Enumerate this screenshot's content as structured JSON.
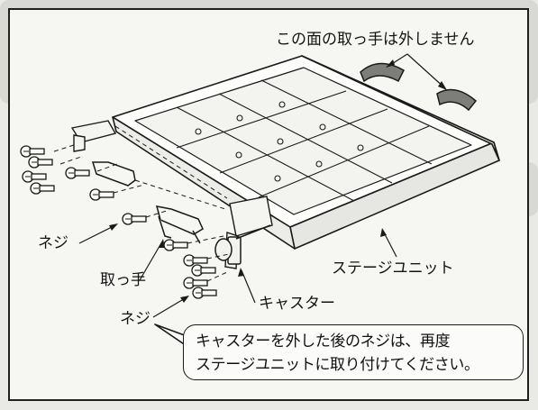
{
  "labels": {
    "face_note": "この面の取っ手は外しません",
    "screw_upper": "ネジ",
    "handle": "取っ手",
    "screw_lower": "ネジ",
    "stage_unit": "ステージユニット",
    "caster": "キャスター"
  },
  "note": {
    "line1": "キャスターを外した後のネジは、再度",
    "line2": "ステージユニットに取り付けてください。"
  }
}
